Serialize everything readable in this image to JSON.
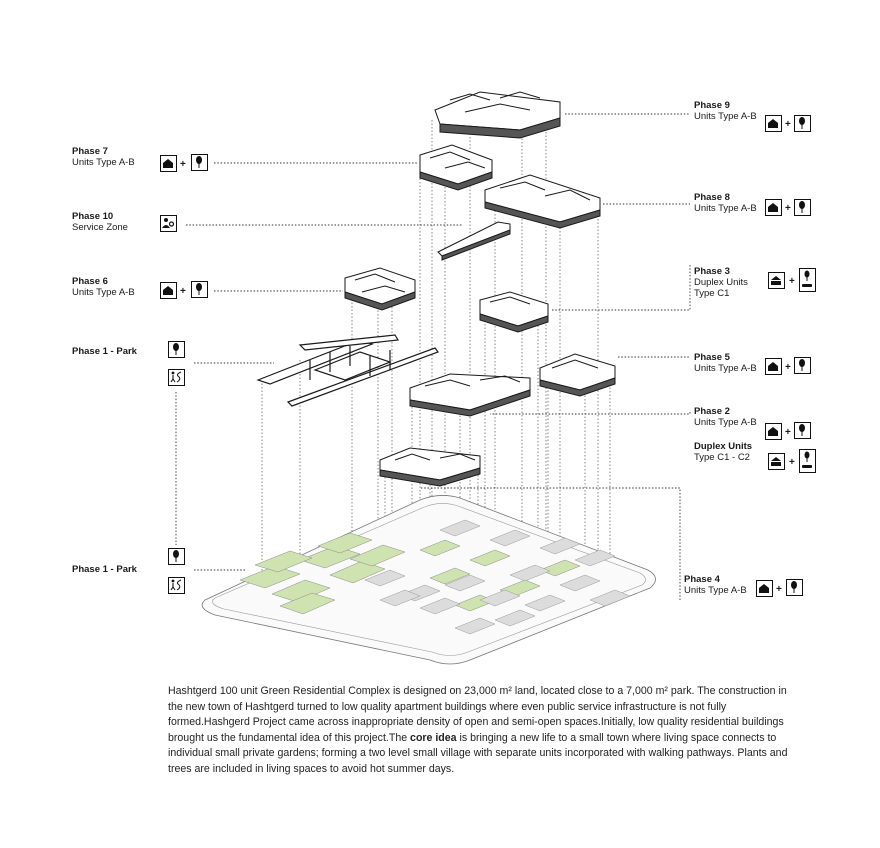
{
  "phases": [
    {
      "id": "phase9",
      "title": "Phase 9",
      "subtitle": "Units Type A-B",
      "icons": [
        "house-icon",
        "tree-icon"
      ]
    },
    {
      "id": "phase7",
      "title": "Phase 7",
      "subtitle": "Units Type A-B",
      "icons": [
        "house-icon",
        "tree-icon"
      ]
    },
    {
      "id": "phase8",
      "title": "Phase 8",
      "subtitle": "Units Type A-B",
      "icons": [
        "house-icon",
        "tree-icon"
      ]
    },
    {
      "id": "phase10",
      "title": "Phase 10",
      "subtitle": "Service Zone",
      "icons": [
        "service-person-icon"
      ]
    },
    {
      "id": "phase3",
      "title": "Phase 3",
      "subtitle": "Duplex Units",
      "subtitle2": "Type C1",
      "icons": [
        "duplex-house-icon",
        "tree-car-icon"
      ]
    },
    {
      "id": "phase6",
      "title": "Phase 6",
      "subtitle": "Units Type A-B",
      "icons": [
        "house-icon",
        "tree-icon"
      ]
    },
    {
      "id": "phase1-park-top",
      "title": "Phase 1 - Park",
      "icons": [
        "tree-icon",
        "walking-path-icon"
      ]
    },
    {
      "id": "phase5",
      "title": "Phase 5",
      "subtitle": "Units Type A-B",
      "icons": [
        "house-icon",
        "tree-icon"
      ]
    },
    {
      "id": "phase2",
      "title": "Phase 2",
      "subtitle": "Units Type A-B",
      "icons": [
        "house-icon",
        "tree-icon"
      ]
    },
    {
      "id": "phase2-duplex",
      "title": "Duplex Units",
      "subtitle": "Type C1 - C2",
      "icons": [
        "duplex-house-icon",
        "tree-car-icon"
      ]
    },
    {
      "id": "phase1-park-bottom",
      "title": "Phase 1 - Park",
      "icons": [
        "tree-icon",
        "walking-path-icon"
      ]
    },
    {
      "id": "phase4",
      "title": "Phase 4",
      "subtitle": "Units Type A-B",
      "icons": [
        "house-icon",
        "tree-icon"
      ]
    }
  ],
  "plus_sign": "+",
  "description": {
    "part1": "Hashtgerd 100 unit Green Residential Complex is designed on 23,000 m² land, located close to a 7,000 m² park. The construction in the new town of Hashtgerd turned to low quality apartment buildings where even public service infrastructure is not fully formed.Hashgerd Project came across inappropriate density of open and semi-open spaces.Initially, low quality residential buildings brought us the fundamental idea of this project.The ",
    "bold": "core idea",
    "part2": " is bringing a new life to a small town where living space connects to individual small private gardens; forming a two level small village with separate units incorporated with walking pathways. Plants and trees are included in living spaces to avoid hot summer days."
  },
  "colors": {
    "line": "#1a1a1a",
    "park_green": "#cfe3b0",
    "ground_grey": "#d8d8d8",
    "leader": "#333333"
  }
}
